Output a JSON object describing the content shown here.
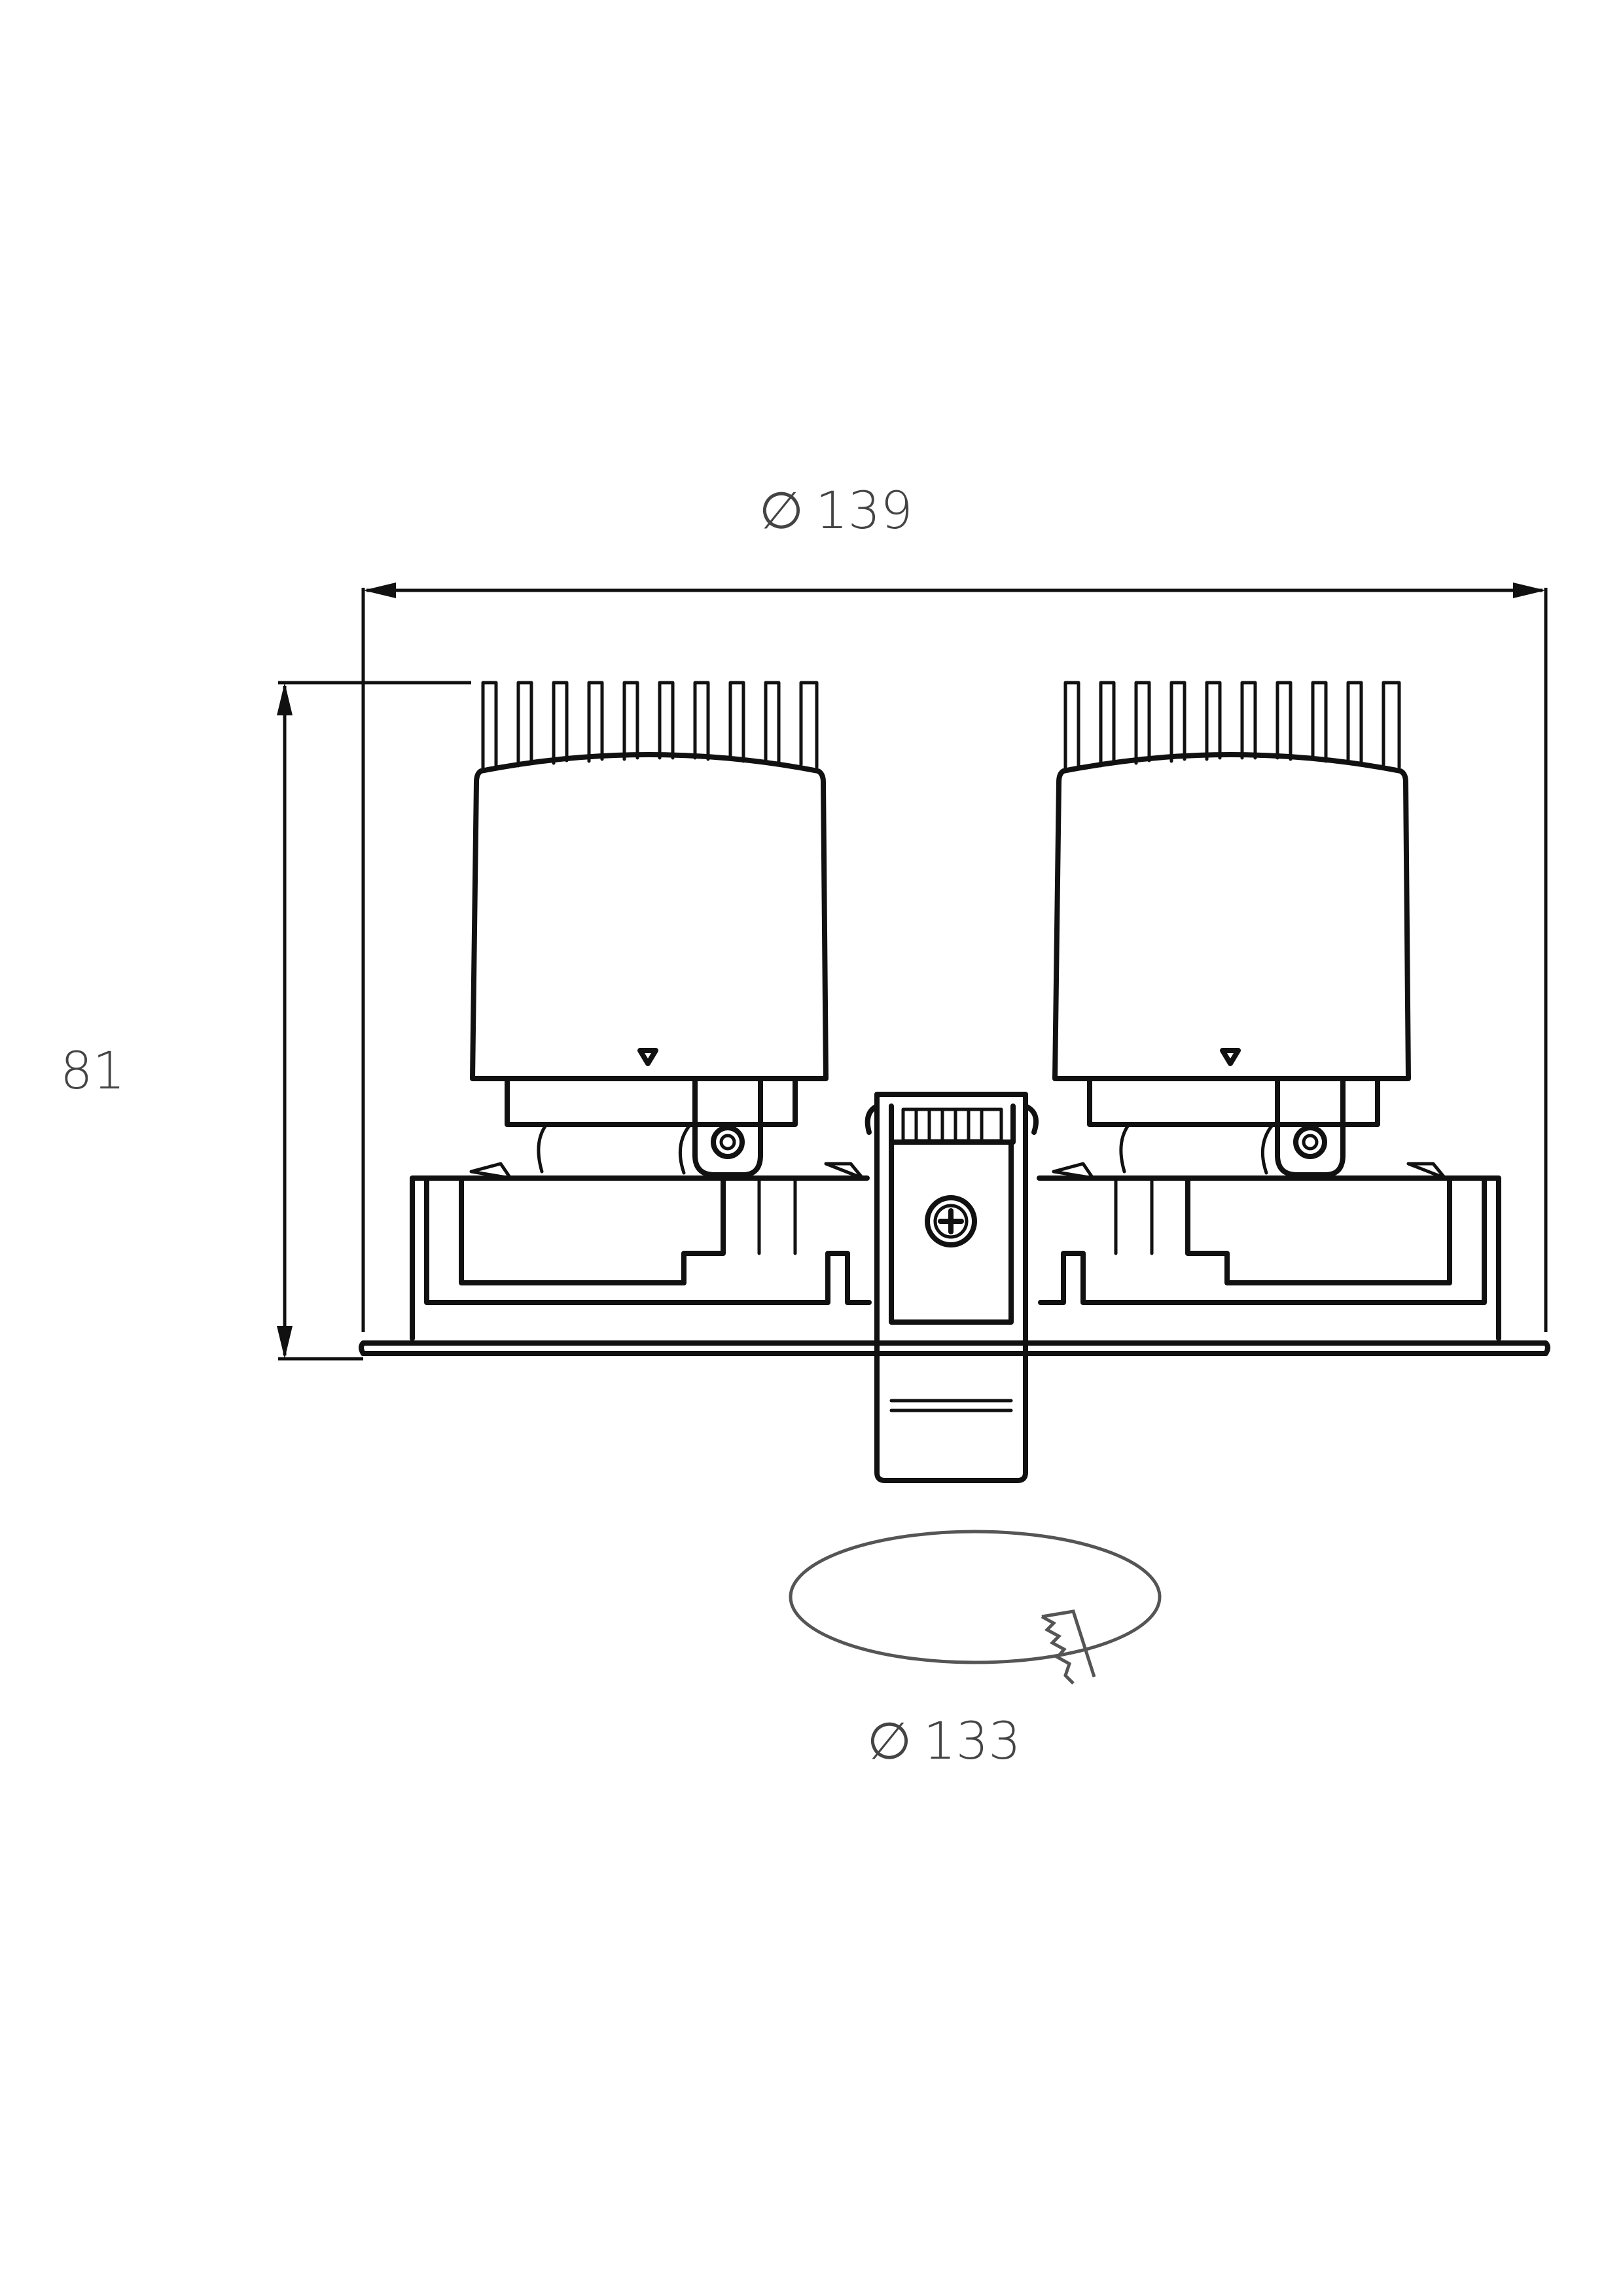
{
  "drawing": {
    "overall_diameter": {
      "symbol": "∅",
      "value": "139"
    },
    "overall_height": {
      "value": "81"
    },
    "cutout_diameter": {
      "symbol": "∅",
      "value": "133"
    }
  },
  "colors": {
    "line": "#111111",
    "dimension_text": "#444444",
    "background": "#ffffff"
  }
}
